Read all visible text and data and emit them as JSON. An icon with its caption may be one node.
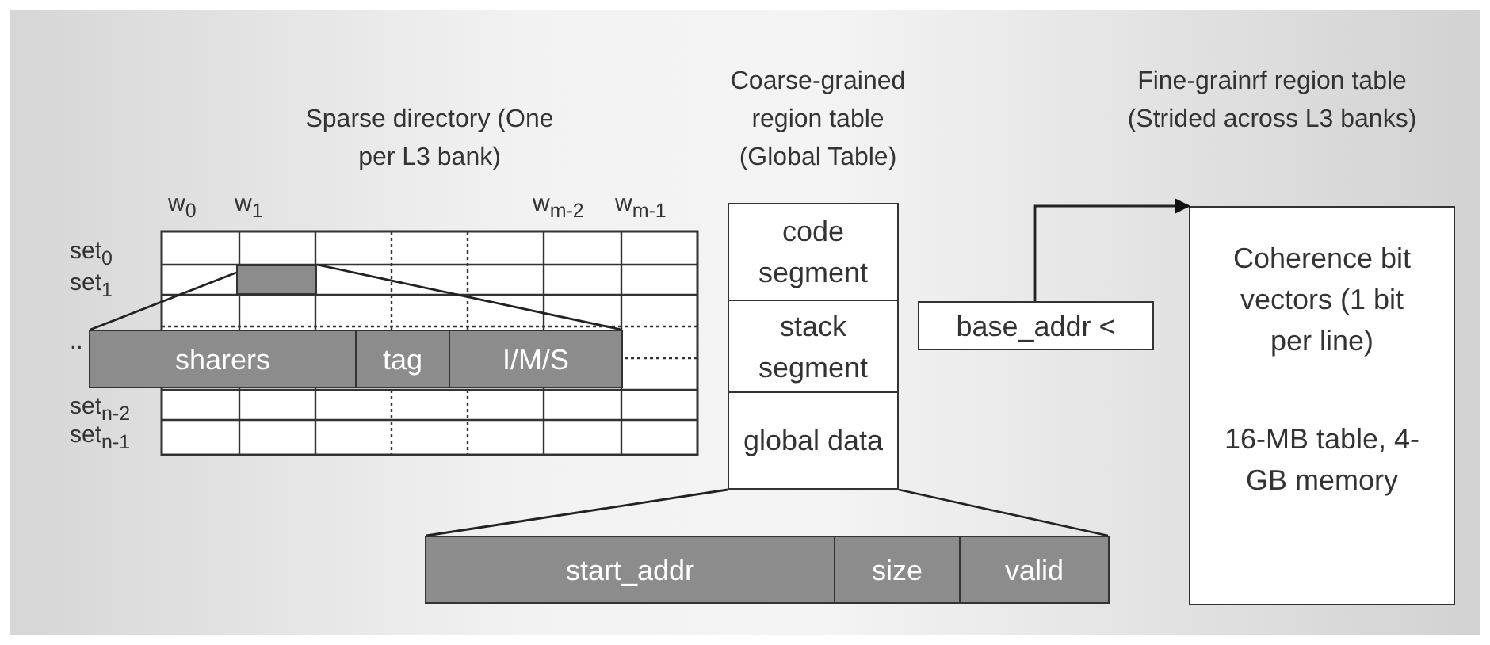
{
  "diagram": {
    "nodes": [
      {
        "text": [
          "Sparse directory (One per L3 bank)"
        ]
      },
      {
        "text": [],
        "shape": "box",
        "in": 0
      },
      {
        "text": [
          "sharers"
        ]
      },
      {
        "text": [
          "tag"
        ]
      },
      {
        "text": [
          "I/M/S"
        ]
      },
      {
        "text": [
          "Coarse-grained region table (Global Table)"
        ]
      },
      {
        "text": [
          "code segment"
        ],
        "in": 5
      },
      {
        "text": [
          "stack segment"
        ],
        "in": 5
      },
      {
        "text": [
          "global data"
        ],
        "in": 5
      },
      {
        "text": [
          "start_addr"
        ]
      },
      {
        "text": [
          "size"
        ]
      },
      {
        "text": [
          "valid"
        ]
      },
      {
        "text": [
          "base_addr <"
        ]
      },
      {
        "text": [
          "Fine-grainrf region table (Strided across L3 banks)",
          "Coherence bit vectors (1 bit per line)",
          "16-MB table, 4-GB memory"
        ]
      }
    ],
    "edges": [
      {
        "from": 1,
        "to": 2,
        "arrow": "none"
      },
      {
        "from": 1,
        "to": 4,
        "arrow": "none"
      },
      {
        "from": 8,
        "to": 9,
        "arrow": "none"
      },
      {
        "from": 8,
        "to": 11,
        "arrow": "none"
      },
      {
        "from": 12,
        "to": 13,
        "arrow": "to"
      }
    ],
    "labels": [
      "w$_{0}$",
      "w$_{1}$",
      "w$_{m-2}$",
      "w$_{m-1}$",
      "set$_{0}$",
      "set$_{1}$",
      "..",
      "set$_{n-2}$",
      "set$_{n-1}$"
    ]
  }
}
